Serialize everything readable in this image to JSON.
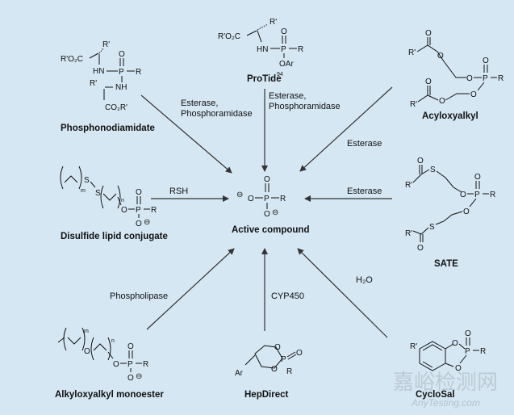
{
  "center": {
    "label": "Active compound",
    "formula": {
      "p": "P",
      "r": "R",
      "o1": "O",
      "o2": "O",
      "o3": "O",
      "charge": "⊖"
    }
  },
  "prodrugs": {
    "phosphonodiamidate": {
      "label": "Phosphonodiamidate",
      "atoms": {
        "ester1": "R'O₂C",
        "r1": "R'",
        "hn": "HN",
        "p": "P",
        "r": "R",
        "o": "O",
        "r2": "R'",
        "nh": "NH",
        "ester2": "CO₂R'"
      }
    },
    "protide": {
      "label": "ProTide",
      "ref": "94",
      "atoms": {
        "ester": "R'O₂C",
        "r1": "R'",
        "hn": "HN",
        "p": "P",
        "r": "R",
        "o": "O",
        "oar": "OAr"
      }
    },
    "acyloxyalkyl": {
      "label": "Acyloxyalkyl",
      "atoms": {
        "r1": "R'",
        "r2": "R'",
        "o": "O",
        "p": "P",
        "r": "R"
      }
    },
    "disulfide": {
      "label": "Disulfide lipid conjugate",
      "atoms": {
        "m": "m",
        "n": "n",
        "s": "S",
        "o": "O",
        "p": "P",
        "r": "R",
        "charge": "⊖"
      }
    },
    "sate": {
      "label": "SATE",
      "atoms": {
        "r1": "R'",
        "r2": "R'",
        "s": "S",
        "o": "O",
        "p": "P",
        "r": "R"
      }
    },
    "alkyloxyalkyl": {
      "label": "Alkyloxyalkyl monoester",
      "atoms": {
        "m": "m",
        "n": "n",
        "o": "O",
        "p": "P",
        "r": "R",
        "charge": "⊖"
      }
    },
    "hepdirect": {
      "label": "HepDirect",
      "atoms": {
        "ar": "Ar",
        "o": "O",
        "p": "P",
        "r": "R"
      }
    },
    "cyclosal": {
      "label": "CycloSal",
      "atoms": {
        "r1": "R'",
        "o": "O",
        "p": "P",
        "r": "R"
      }
    }
  },
  "conversions": {
    "phosphonodiamidate": "Esterase,\nPhosphoramidase",
    "protide": "Esterase,\nPhosphoramidase",
    "acyloxyalkyl": "Esterase",
    "disulfide": "RSH",
    "sate": "Esterase",
    "alkyloxyalkyl": "Phospholipase",
    "hepdirect": "CYP450",
    "cyclosal": "H₂O"
  },
  "watermark": {
    "cn": "嘉峪检测网",
    "url": "AnyTesting.com"
  }
}
